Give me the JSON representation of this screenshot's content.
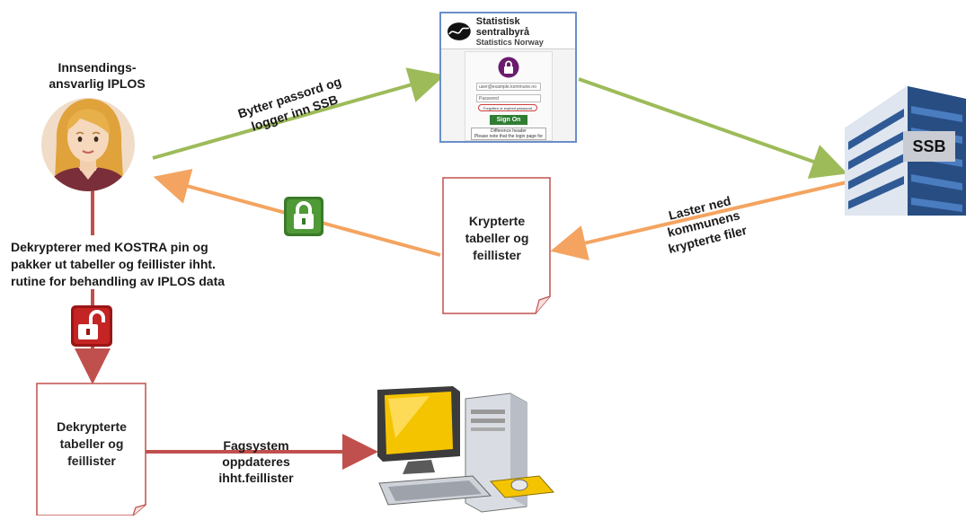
{
  "person": {
    "label": "Innsendings-\nansvarlig  IPLOS",
    "icon": "woman-avatar-icon"
  },
  "login_screen": {
    "brand_line1": "Statistisk sentralbyrå",
    "brand_line2": "Statistics Norway",
    "username": "user@example.kommune.no",
    "password": "Password",
    "forgot": "Forgotten or expired password",
    "button": "Sign On",
    "notice": "Difference header\nPlease note that the login page for all users has now changed. Read more here."
  },
  "ssb": {
    "label": "SSB",
    "icon": "office-building-icon"
  },
  "steps": {
    "change_password": "Bytter passord og\nlogger inn SSB",
    "download": "Laster ned\nkommunens\nkrypterte filer",
    "decrypt": "Dekrypterer med KOSTRA pin og\npakker ut  tabeller og feillister ihht.\nrutine for  behandling av IPLOS data",
    "update": "Fagsystem\noppdateres\nihht.feillister"
  },
  "documents": {
    "encrypted": "Krypterte\ntabeller og\nfeillister",
    "decrypted": "Dekrypterte\ntabeller og\nfeillister"
  },
  "icons": {
    "locked": "padlock-closed-icon",
    "unlocked": "padlock-open-icon",
    "computer": "desktop-computer-icon"
  },
  "colors": {
    "green_arrow": "#9dbb59",
    "orange_arrow": "#f4a460",
    "red_arrow": "#c0504d",
    "green_lock": "#3b7a2a",
    "red_lock": "#b02020",
    "login_border": "#6a8fc9"
  }
}
